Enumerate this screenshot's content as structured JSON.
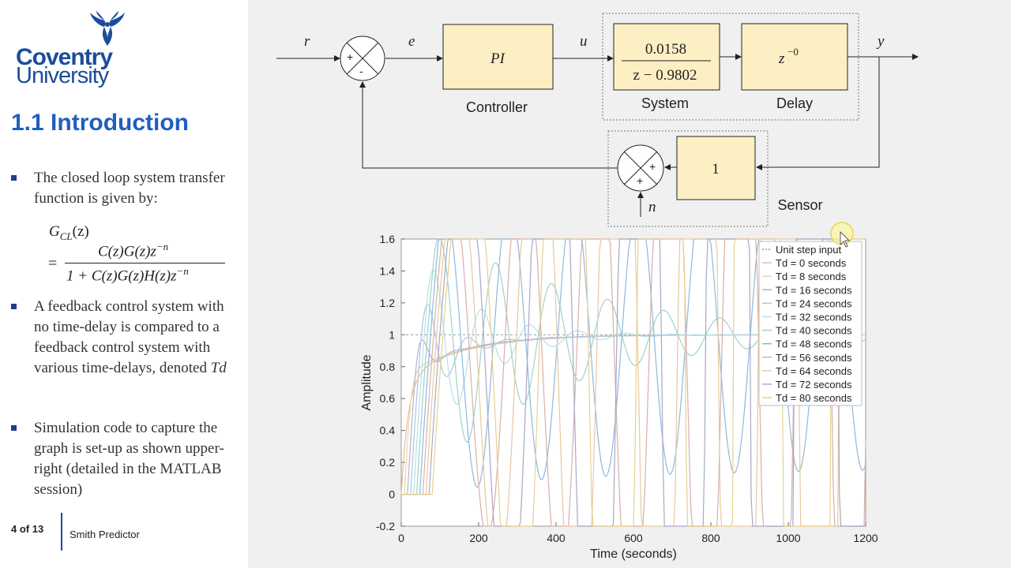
{
  "logo": {
    "line1": "Coventry",
    "line2": "University"
  },
  "slide": {
    "title": "1.1 Introduction",
    "bullets": [
      "The closed loop system transfer function is given by:",
      "A feedback control system with no time-delay is compared to a feedback control system with various time-delays, denoted",
      "Simulation code to capture the graph is set-up as shown upper-right (detailed in the MATLAB session)"
    ],
    "td_symbol": "Td",
    "formula": {
      "lhs": "G",
      "lhs_sub": "CL",
      "lhs_arg": "(z)",
      "eq": "=",
      "numerator": "C(z)G(z)z",
      "numerator_exp": "−n",
      "denominator": "1 + C(z)G(z)H(z)z",
      "denominator_exp": "−n"
    }
  },
  "footer": {
    "page": "4 of 13",
    "title": "Smith Predictor"
  },
  "diagram": {
    "signals": {
      "r": "r",
      "e": "e",
      "u": "u",
      "y": "y",
      "n": "n"
    },
    "controller_block": "PI",
    "controller_label": "Controller",
    "system_num": "0.0158",
    "system_den": "z − 0.9802",
    "system_label": "System",
    "delay_block": "z",
    "delay_exp": "−0",
    "delay_label": "Delay",
    "sensor_block": "1",
    "sensor_label": "Sensor",
    "sum1_signs": [
      "+",
      "-"
    ],
    "sum2_signs": [
      "+",
      "+"
    ]
  },
  "chart_data": {
    "type": "line",
    "xlabel": "Time (seconds)",
    "ylabel": "Amplitude",
    "xlim": [
      0,
      1200
    ],
    "ylim": [
      -0.2,
      1.6
    ],
    "xticks": [
      0,
      200,
      400,
      600,
      800,
      1000,
      1200
    ],
    "yticks": [
      -0.2,
      0,
      0.2,
      0.4,
      0.6,
      0.8,
      1,
      1.2,
      1.4,
      1.6
    ],
    "legend_position": "top-right",
    "step_input": {
      "name": "Unit step input",
      "value": 1,
      "color": "#8aa0a8"
    },
    "series": [
      {
        "name": "Td = 0 seconds",
        "td": 0,
        "color": "#e8b89a"
      },
      {
        "name": "Td = 8 seconds",
        "td": 8,
        "color": "#e6d6a2"
      },
      {
        "name": "Td = 16 seconds",
        "td": 16,
        "color": "#b7b0d6"
      },
      {
        "name": "Td = 24 seconds",
        "td": 24,
        "color": "#a9c7e2"
      },
      {
        "name": "Td = 32 seconds",
        "td": 32,
        "color": "#b7dfe8"
      },
      {
        "name": "Td = 40 seconds",
        "td": 40,
        "color": "#9fd2c8"
      },
      {
        "name": "Td = 48 seconds",
        "td": 48,
        "color": "#8bb8e0"
      },
      {
        "name": "Td = 56 seconds",
        "td": 56,
        "color": "#d8b0a8"
      },
      {
        "name": "Td = 64 seconds",
        "td": 64,
        "color": "#e8c8a0"
      },
      {
        "name": "Td = 72 seconds",
        "td": 72,
        "color": "#a8a8c8"
      },
      {
        "name": "Td = 80 seconds",
        "td": 80,
        "color": "#e6d090"
      }
    ]
  }
}
